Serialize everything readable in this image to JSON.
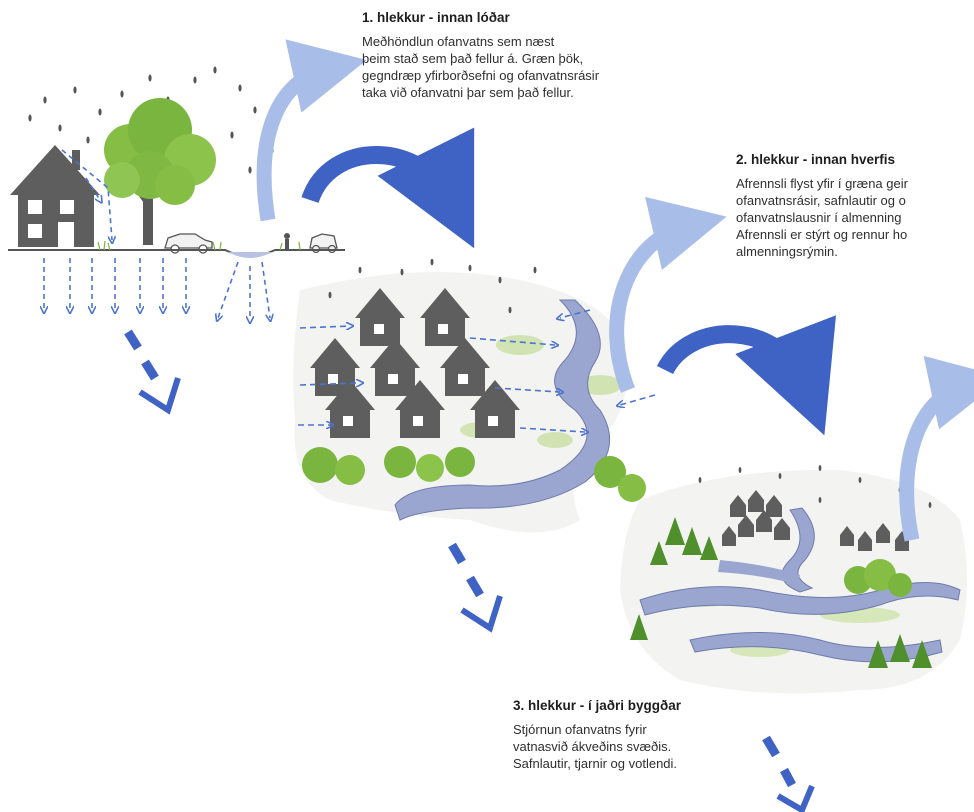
{
  "stages": [
    {
      "title": "1. hlekkur - innan lóðar",
      "lines": [
        "Meðhöndlun ofanvatns sem næst",
        "þeim stað sem það fellur á. Græn þök,",
        "gegndræp yfirborðsefni og ofanvatnsrásir",
        "taka við ofanvatni þar sem það fellur."
      ]
    },
    {
      "title": "2. hlekkur - innan hverfis",
      "lines": [
        "Afrennsli flyst yfir í græna geir",
        "ofanvatnsrásir, safnlautir og o",
        "ofanvatnslausnir í almenning",
        "Afrennsli er stýrt og rennur ho",
        "almenningsrýmin."
      ]
    },
    {
      "title": "3. hlekkur - í jaðri byggðar",
      "lines": [
        "Stjórnun ofanvatns fyrir",
        "vatnasvið ákveðins svæðis.",
        "Safnlautir, tjarnir og votlendi."
      ]
    }
  ],
  "colors": {
    "arrow_dark": "#3f63c4",
    "arrow_light": "#9fb5e6",
    "dash": "#4c74d0",
    "water": "#9aa6cf",
    "green": "#7ab53f",
    "house": "#5e5e5e"
  }
}
